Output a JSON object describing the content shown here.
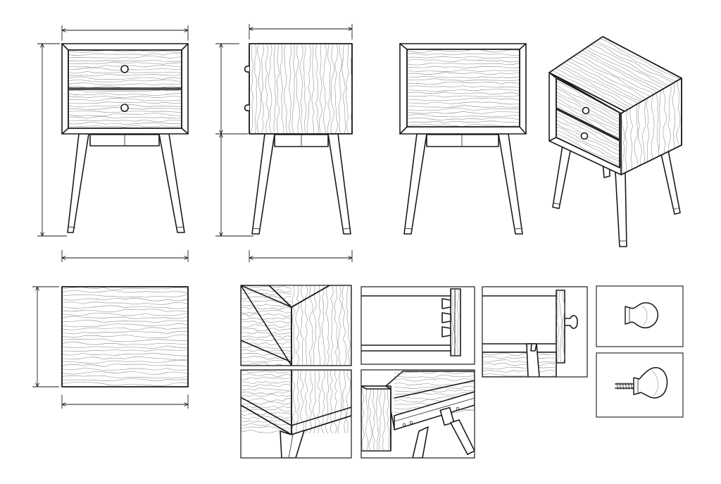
{
  "sheet": {
    "background": "#ffffff",
    "line_color": "#1a1a1a",
    "grain_color": "#8a8a8a",
    "views": [
      {
        "id": "front-view",
        "label": ""
      },
      {
        "id": "side-view",
        "label": ""
      },
      {
        "id": "back-view",
        "label": ""
      },
      {
        "id": "isometric-view",
        "label": ""
      },
      {
        "id": "top-view",
        "label": ""
      }
    ],
    "details": [
      {
        "id": "mitered-corner-top",
        "label": ""
      },
      {
        "id": "mitered-corner-leg",
        "label": ""
      },
      {
        "id": "drawer-dovetail-joint",
        "label": ""
      },
      {
        "id": "drawer-knob-section",
        "label": ""
      },
      {
        "id": "drawer-slide-hardware",
        "label": ""
      },
      {
        "id": "knob-detail",
        "label": ""
      },
      {
        "id": "knob-with-screw",
        "label": ""
      }
    ]
  }
}
